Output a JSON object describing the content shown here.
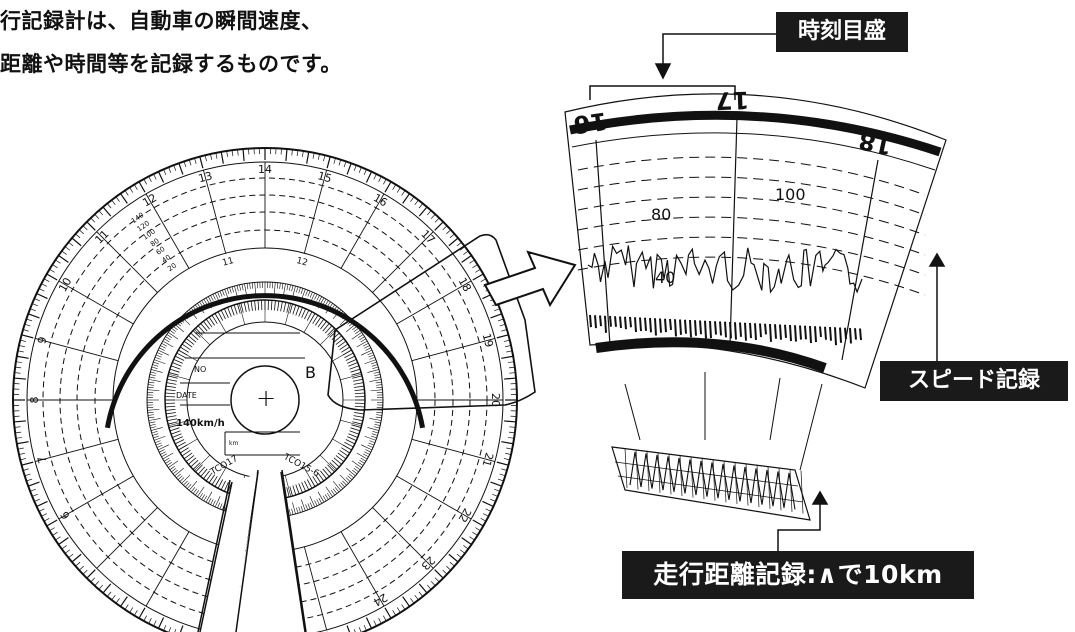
{
  "intro": {
    "line1": "行記録計は、自動車の瞬間速度、",
    "line2": "距離や時間等を記録するものです。"
  },
  "labels": {
    "time_scale": "時刻目盛",
    "speed_record": "スピード記録",
    "distance_record": "走行距離記録:∧で10km"
  },
  "disc": {
    "hour_marks": [
      "6",
      "7",
      "8",
      "9",
      "10",
      "11",
      "12",
      "13",
      "14",
      "15",
      "16",
      "17",
      "18",
      "19",
      "20",
      "21",
      "22",
      "23",
      "24"
    ],
    "inner_hour_marks": [
      "11",
      "12"
    ],
    "speed_labels": [
      "140",
      "120",
      "100",
      "80",
      "60",
      "40",
      "20"
    ],
    "center": {
      "date_label": "DATE",
      "no_label": "NO",
      "max_speed": "140km/h",
      "model_left": "TCO17",
      "model_right": "TCO15-6",
      "km_label": "km",
      "letter_b": "B",
      "hole_mark": "+"
    }
  },
  "enlarged": {
    "hours": [
      "16",
      "17",
      "18"
    ],
    "speeds": [
      "100",
      "80",
      "40"
    ]
  },
  "colors": {
    "ink": "#111111",
    "tag_bg": "#1a1a1a",
    "tag_text": "#ffffff"
  }
}
